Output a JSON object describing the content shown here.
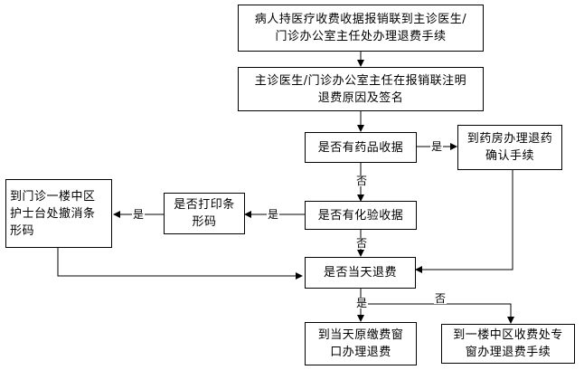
{
  "nodes": {
    "n1": "病人持医疗收费收据报销联到主诊医生/\n门诊办公室主任处办理退费手续",
    "n2": "主诊医生/门诊办公室主任在报销联注明\n退费原因及签名",
    "q1": "是否有药品收据",
    "pharmacy": "到药房办理退药\n确认手续",
    "q2": "是否有化验收据",
    "q3": "是否打印条\n形码",
    "nurse": "到门诊一楼中区\n护士台处撤消条\n形码",
    "q4": "是否当天退费",
    "same_day": "到当天原缴费窗\n口办理退费",
    "other_day": "到一楼中区收费处专\n窗办理退费手续"
  },
  "edge_labels": {
    "q1_yes": "是",
    "q1_no": "否",
    "q2_yes": "是",
    "q2_no": "否",
    "q3_yes": "是",
    "q4_yes": "是",
    "q4_no": "否"
  },
  "colors": {
    "line": "#000000",
    "background": "#ffffff"
  }
}
